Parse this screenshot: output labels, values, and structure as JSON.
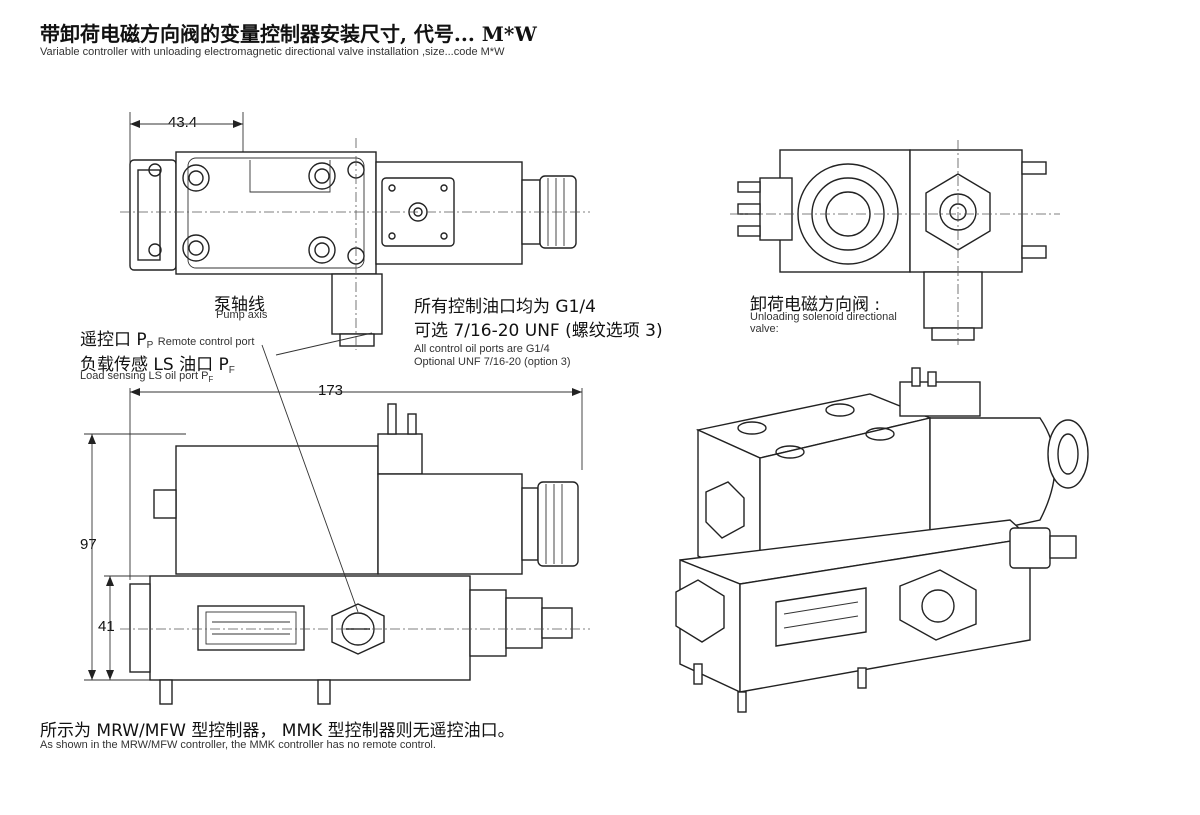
{
  "title": {
    "cn": "带卸荷电磁方向阀的变量控制器安装尺寸, 代号... M*W",
    "en": "Variable controller with unloading electromagnetic directional valve installation ,size...code M*W"
  },
  "dimensions": {
    "top_width": "43.4",
    "overall_length": "173",
    "total_height": "97",
    "base_height": "41"
  },
  "labels": {
    "pump_axis_cn": "泵轴线",
    "pump_axis_en": "Pump axis",
    "control_ports_cn": "所有控制油口均为 G1/4",
    "option_cn": "可选 7/16-20 UNF (螺纹选项 3)",
    "control_ports_en": "All control oil ports are G1/4",
    "option_en": "Optional UNF 7/16-20 (option 3)",
    "remote_port_cn": "遥控口 P",
    "remote_port_sub": "P",
    "remote_port_en": "Remote control port",
    "load_sensing_cn": "负载传感 LS 油口 P",
    "load_sensing_sub": "F",
    "load_sensing_en": "Load sensing LS oil port P",
    "load_sensing_en_sub": "F",
    "unloading_valve_cn": "卸荷电磁方向阀 :",
    "unloading_valve_en_1": "Unloading solenoid directional",
    "unloading_valve_en_2": "valve:"
  },
  "footer": {
    "cn": "所示为 MRW/MFW 型控制器， MMK 型控制器则无遥控油口。",
    "en": "As shown in the MRW/MFW controller, the MMK controller has no remote control."
  }
}
